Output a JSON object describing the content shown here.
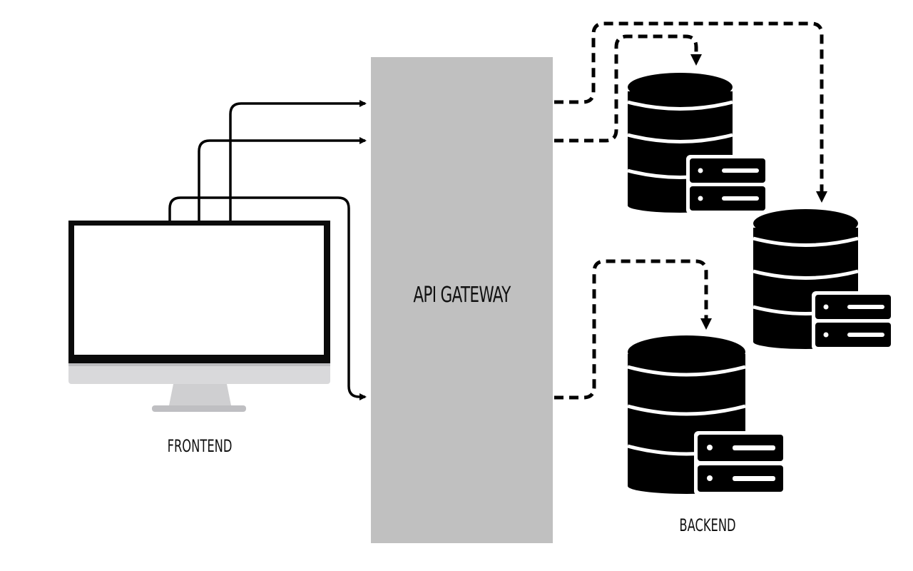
{
  "labels": {
    "gateway": "API GATEWAY",
    "frontend": "FRONTEND",
    "backend": "BACKEND"
  },
  "colors": {
    "gateway_fill": "#c0c0c0",
    "ink": "#000000",
    "monitor_bezel": "#0b0b0b",
    "monitor_chin": "#d9d9db",
    "monitor_stand": "#cfcfd1"
  },
  "icons": {
    "frontend": "desktop-monitor-icon",
    "backend": "database-server-icon"
  },
  "connections": {
    "frontend_to_gateway": 3,
    "gateway_to_backend": 3,
    "frontend_line_style": "solid",
    "backend_line_style": "dashed"
  }
}
